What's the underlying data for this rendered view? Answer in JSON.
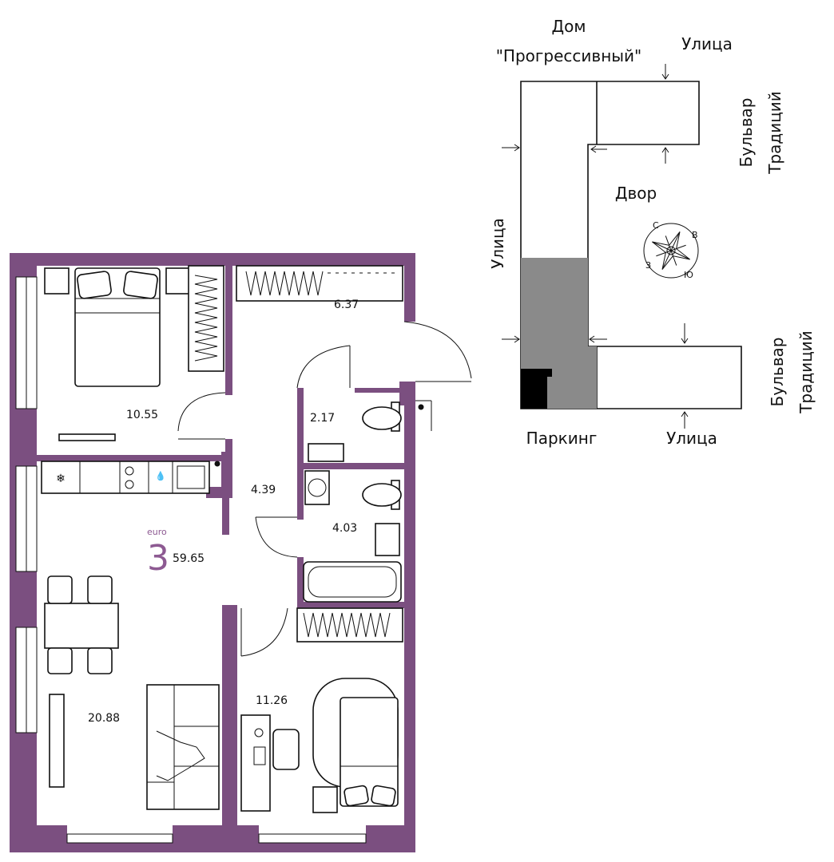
{
  "colors": {
    "wall": "#7b4f80",
    "accent": "#8d5a92",
    "parking_dark": "#8a8a8a",
    "parking_block": "#000000",
    "line": "#111111"
  },
  "site_plan": {
    "building_name_line1": "Дом",
    "building_name_line2": "\"Прогрессивный\"",
    "street_top_right": "Улица",
    "boulevard_top_line1": "Бульвар",
    "boulevard_top_line2": "Традиций",
    "courtyard": "Двор",
    "street_left": "Улица",
    "boulevard_bottom_line1": "Бульвар",
    "boulevard_bottom_line2": "Традиций",
    "parking": "Паркинг",
    "street_bottom": "Улица",
    "compass": {
      "north": "С",
      "east": "В",
      "south": "Ю",
      "west": "З"
    }
  },
  "apartment": {
    "type_label": "euro",
    "rooms": "3",
    "total_area": "59.65",
    "areas": {
      "bedroom_top": "10.55",
      "storage": "6.37",
      "toilet": "2.17",
      "hall": "4.39",
      "bathroom": "4.03",
      "living_kitchen": "20.88",
      "bedroom_bottom": "11.26"
    }
  }
}
